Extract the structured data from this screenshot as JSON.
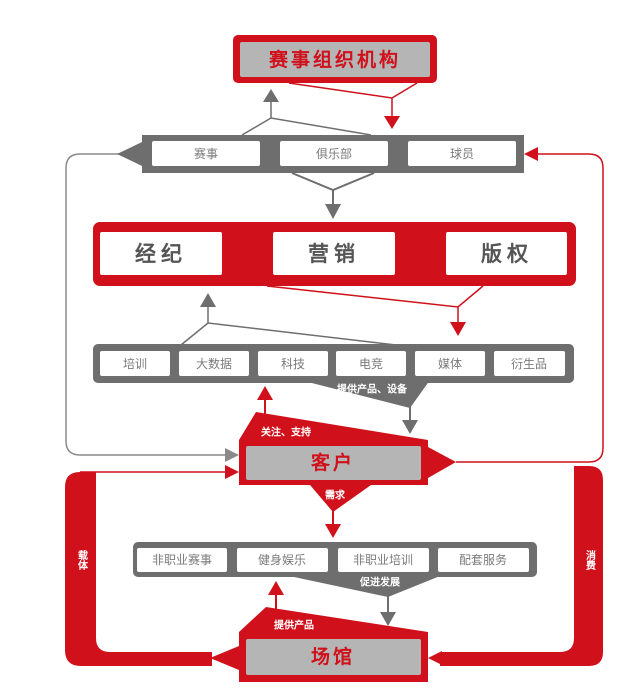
{
  "colors": {
    "red": "#d0111b",
    "gray": "#6e6e6e",
    "light_gray": "#b5b5b5"
  },
  "top": {
    "title": "赛事组织机构"
  },
  "club_bar": {
    "items": [
      "赛事",
      "俱乐部",
      "球员"
    ]
  },
  "business_bar": {
    "items": [
      "经纪",
      "营销",
      "版权"
    ]
  },
  "tech_bar": {
    "items": [
      "培训",
      "大数据",
      "科技",
      "电竞",
      "媒体",
      "衍生品"
    ],
    "caption": "提供产品、设备"
  },
  "customer": {
    "title": "客户",
    "support_label": "关注、支持",
    "demand_label": "需求"
  },
  "service_bar": {
    "items": [
      "非职业赛事",
      "健身娱乐",
      "非职业培训",
      "配套服务"
    ],
    "caption": "促进发展"
  },
  "venue": {
    "title": "场馆",
    "provide_label": "提供产品"
  },
  "side_labels": {
    "left": "载体",
    "right": "消费"
  }
}
